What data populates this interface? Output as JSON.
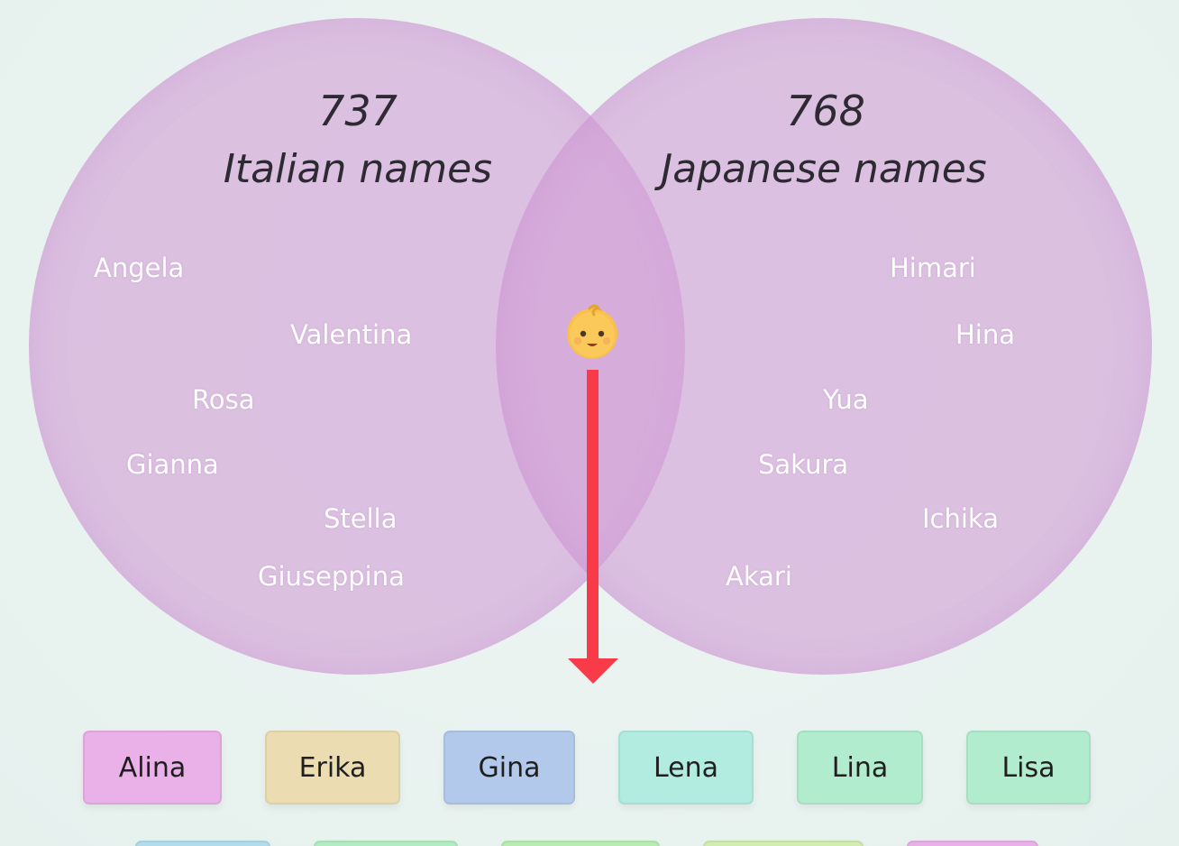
{
  "venn": {
    "left": {
      "count": "737",
      "label": "Italian names",
      "names": [
        "Angela",
        "Valentina",
        "Rosa",
        "Gianna",
        "Stella",
        "Giuseppina"
      ]
    },
    "right": {
      "count": "768",
      "label": "Japanese names",
      "names": [
        "Himari",
        "Hina",
        "Yua",
        "Sakura",
        "Ichika",
        "Akari"
      ]
    },
    "center_icon": "baby-emoji"
  },
  "arrow_color": "#f83a49",
  "results": [
    {
      "name": "Alina",
      "color": "#eab0e8"
    },
    {
      "name": "Erika",
      "color": "#ecdcb2"
    },
    {
      "name": "Gina",
      "color": "#b2c9ec"
    },
    {
      "name": "Lena",
      "color": "#b2ece0"
    },
    {
      "name": "Lina",
      "color": "#b2ecce"
    },
    {
      "name": "Lisa",
      "color": "#b2ecce"
    }
  ],
  "results_row2_colors": [
    "#b2dcec",
    "#b2ecc2",
    "#b8ecb2",
    "#d2ecb2",
    "#e8b2e8"
  ]
}
